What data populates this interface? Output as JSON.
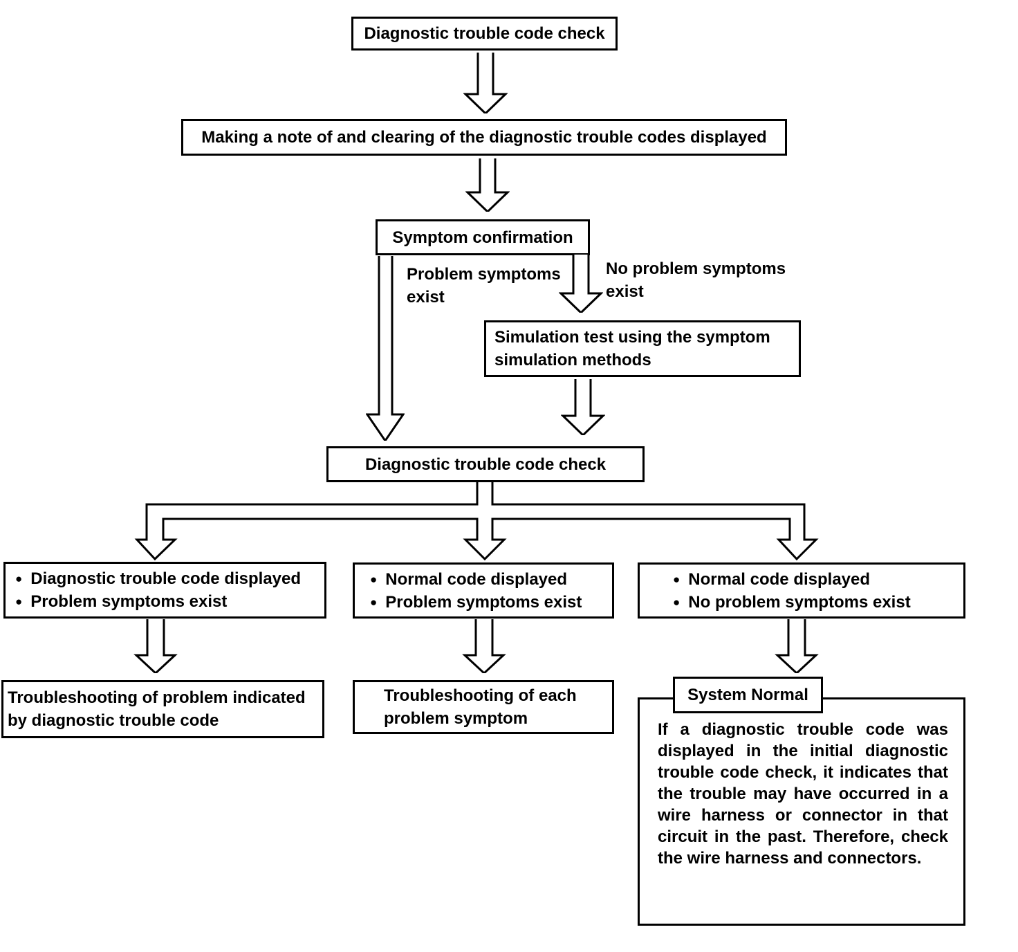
{
  "canvas": {
    "background": "#ffffff",
    "ink": "#000000"
  },
  "icons": {
    "bullet": "●",
    "arrow": "hollow-down-arrow"
  },
  "nodes": {
    "dtc_check_top": "Diagnostic trouble code check",
    "note_and_clear": "Making a note of and clearing of the diagnostic trouble codes displayed",
    "symptom_confirmation": "Symptom confirmation",
    "simulation_test": [
      "Simulation test using the symptom",
      "simulation methods"
    ],
    "dtc_check_mid": "Diagnostic trouble code check",
    "outcome_left": [
      "Diagnostic trouble code displayed",
      "Problem symptoms exist"
    ],
    "outcome_mid": [
      "Normal code displayed",
      "Problem symptoms exist"
    ],
    "outcome_right": [
      "Normal code displayed",
      "No problem symptoms exist"
    ],
    "ts_by_code": [
      "Troubleshooting of problem indicated",
      "by diagnostic trouble code"
    ],
    "ts_each_symptom": [
      "Troubleshooting of each",
      "problem symptom"
    ],
    "system_normal": "System Normal",
    "system_normal_note": "If a diagnostic trouble code was displayed in the initial diagnostic trouble code check, it indicates that the trouble may have occurred in a wire harness or connector in that circuit in the past. Therefore, check the wire harness and con­nectors."
  },
  "edge_labels": {
    "problem_symptoms_exist": [
      "Problem symptoms",
      "exist"
    ],
    "no_problem_symptoms_exist": [
      "No problem symptoms",
      "exist"
    ]
  }
}
